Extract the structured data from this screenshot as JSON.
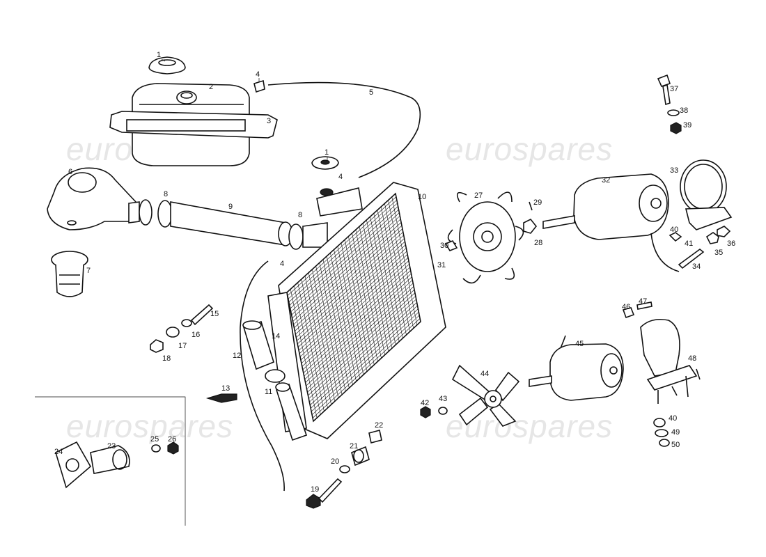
{
  "watermark": {
    "text": "eurospares"
  },
  "part_labels": {
    "p1": "1",
    "p1b": "1",
    "p2": "2",
    "p3": "3",
    "p4": "4",
    "p4b": "4",
    "p4c": "4",
    "p5": "5",
    "p6": "6",
    "p7": "7",
    "p8": "8",
    "p8b": "8",
    "p9": "9",
    "p10": "10",
    "p11": "11",
    "p12": "12",
    "p13": "13",
    "p14": "14",
    "p15": "15",
    "p16": "16",
    "p17": "17",
    "p18": "18",
    "p19": "19",
    "p20": "20",
    "p21": "21",
    "p22": "22",
    "p23": "23",
    "p24": "24",
    "p25": "25",
    "p26": "26",
    "p27": "27",
    "p28": "28",
    "p29": "29",
    "p30": "30",
    "p31": "31",
    "p32": "32",
    "p33": "33",
    "p34": "34",
    "p35": "35",
    "p36": "36",
    "p37": "37",
    "p38": "38",
    "p39": "39",
    "p40": "40",
    "p40b": "40",
    "p41": "41",
    "p42": "42",
    "p43": "43",
    "p44": "44",
    "p45": "45",
    "p46": "46",
    "p47": "47",
    "p48": "48",
    "p49": "49",
    "p50": "50"
  }
}
